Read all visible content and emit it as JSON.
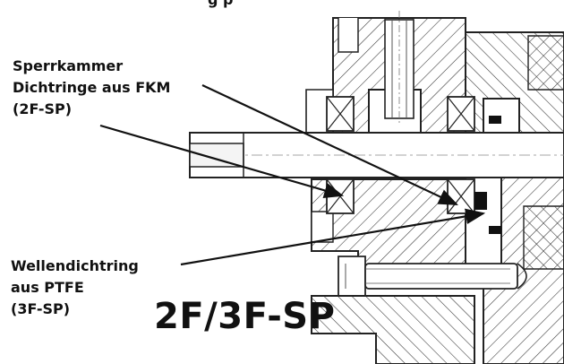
{
  "diagram": {
    "top_caption": "g p",
    "labels": {
      "sperrkammer": {
        "line1": "Sperrkammer",
        "line2": "Dichtringe aus FKM",
        "line3": "(2F-SP)"
      },
      "wellendichtring": {
        "line1": "Wellendichtring",
        "line2": "aus PTFE",
        "line3": "(3F-SP)"
      }
    },
    "model_title": "2F/3F-SP"
  }
}
